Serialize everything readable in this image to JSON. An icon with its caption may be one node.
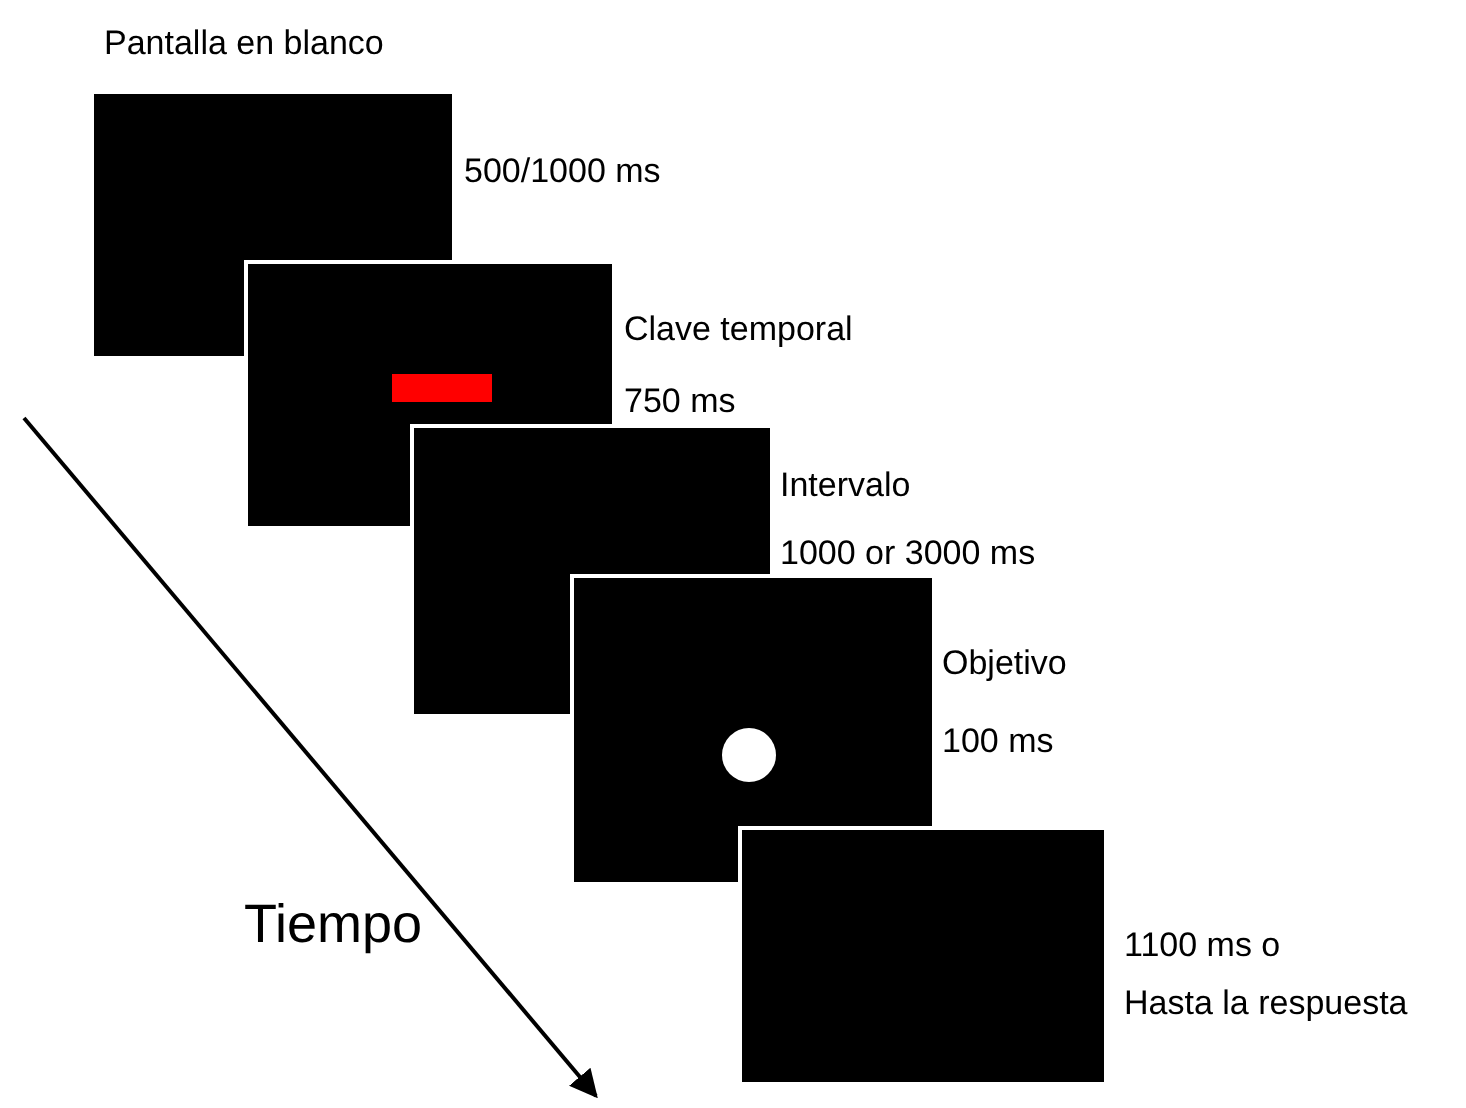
{
  "diagram": {
    "nodes": [
      {
        "text": [
          "Pantalla en blanco"
        ],
        "beside": [
          "500/1000 ms"
        ]
      },
      {
        "text": [],
        "shape": "box",
        "beside": [
          "Clave temporal",
          "750 ms"
        ]
      },
      {
        "text": [],
        "shape": "box",
        "beside": [
          "Intervalo",
          "1000 or 3000 ms"
        ]
      },
      {
        "text": [],
        "shape": "box",
        "beside": [
          "Objetivo",
          "100 ms"
        ]
      },
      {
        "text": [],
        "shape": "box",
        "beside": [
          "1100 ms o",
          "Hasta la respuesta"
        ]
      }
    ],
    "labels": [
      "Tiempo"
    ]
  }
}
